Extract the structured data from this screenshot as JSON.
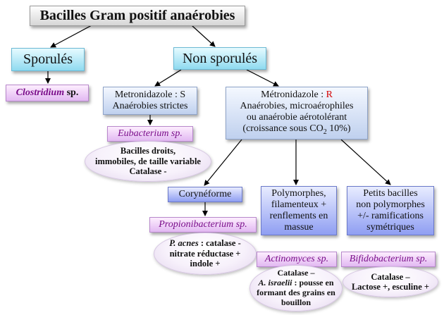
{
  "title": "Bacilles Gram positif anaérobies",
  "sporules": "Sporulés",
  "non_sporules": "Non sporulés",
  "clostridium": {
    "genus": "Clostridium",
    "suffix": " sp."
  },
  "metro_s": {
    "line1": "Metronidazole : S",
    "line2": "Anaérobies strictes"
  },
  "metro_r": {
    "prefix": "Métronidazole : ",
    "value": "R",
    "line2": "Anaérobies, microaérophiles",
    "line3": "ou anaérobie aérotolérant",
    "line4_pre": "(croissance sous CO",
    "line4_sub": "2",
    "line4_post": " 10%)"
  },
  "eubacterium": {
    "name": "Eubacterium sp."
  },
  "eubacterium_desc": {
    "line1": "Bacilles droits,",
    "line2": "immobiles, de taille variable",
    "line3": "Catalase -"
  },
  "corynef": "Corynéforme",
  "polymorphes": {
    "line1": "Polymorphes,",
    "line2": "filamenteux +",
    "line3": "renflements en",
    "line4": "massue"
  },
  "petits": {
    "line1": "Petits bacilles",
    "line2": "non polymorphes",
    "line3": "+/- ramifications",
    "line4": "symétriques"
  },
  "propioni": {
    "name": "Propionibacterium sp."
  },
  "propioni_desc": {
    "species": "P. acnes",
    "line1_rest": " : catalase -",
    "line2": "nitrate réductase +",
    "line3": "indole +"
  },
  "actino": {
    "name": "Actinomyces sp."
  },
  "actino_desc": {
    "line1": "Catalase –",
    "species": "A. israelii",
    "line2_rest": " : pousse en",
    "line3": "formant des grains en",
    "line4": "bouillon"
  },
  "bifido": {
    "name": "Bifidobacterium sp."
  },
  "bifido_desc": {
    "line1": "Catalase –",
    "line2": "Lactose +, esculine +"
  }
}
